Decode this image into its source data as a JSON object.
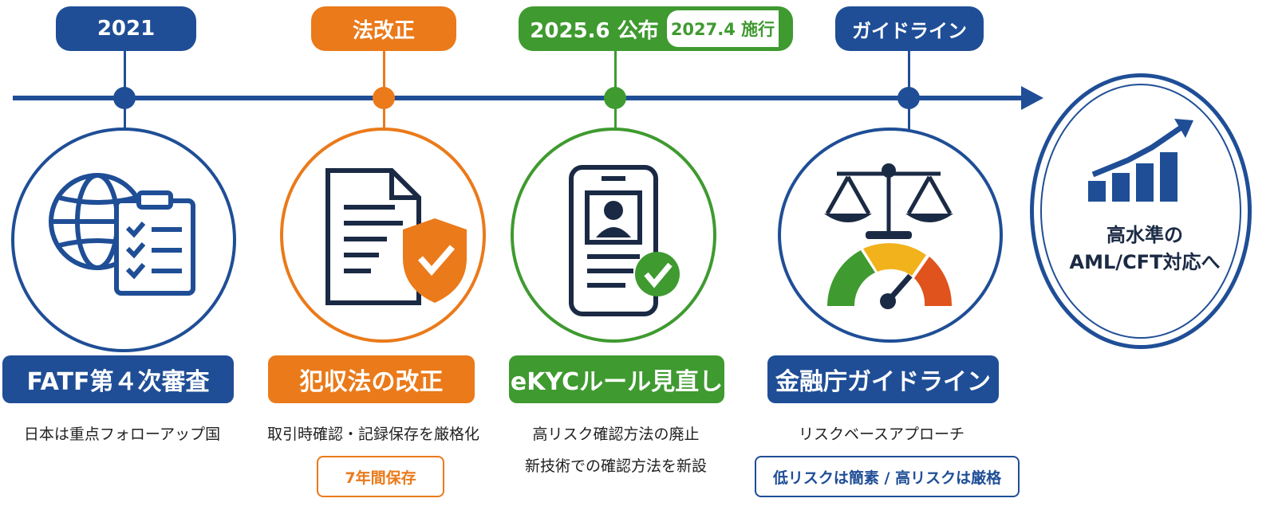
{
  "colors": {
    "blue": "#1f4e96",
    "orange": "#ea7a1a",
    "green": "#3f9a30"
  },
  "steps": [
    {
      "pill": "2021",
      "icon": "globe-checklist-icon",
      "title": "FATF第４次審査",
      "desc": "日本は重点フォローアップ国"
    },
    {
      "pill": "法改正",
      "icon": "document-shield-icon",
      "title": "犯収法の改正",
      "desc": "取引時確認・記録保存を厳格化",
      "tag": "7年間保存"
    },
    {
      "pill": "2025.6 公布",
      "pill_sub": "2027.4 施行",
      "icon": "phone-id-check-icon",
      "title": "eKYCルール見直し",
      "desc_lines": [
        "高リスク確認方法の廃止",
        "新技術での確認方法を新設"
      ]
    },
    {
      "pill": "ガイドライン",
      "icon": "scale-gauge-icon",
      "title": "金融庁ガイドライン",
      "desc": "リスクベースアプローチ",
      "tag": "低リスクは簡素 / 高リスクは厳格"
    }
  ],
  "goal": {
    "icon": "growth-chart-icon",
    "line1": "高水準の",
    "line2": "AML/CFT対応へ"
  }
}
